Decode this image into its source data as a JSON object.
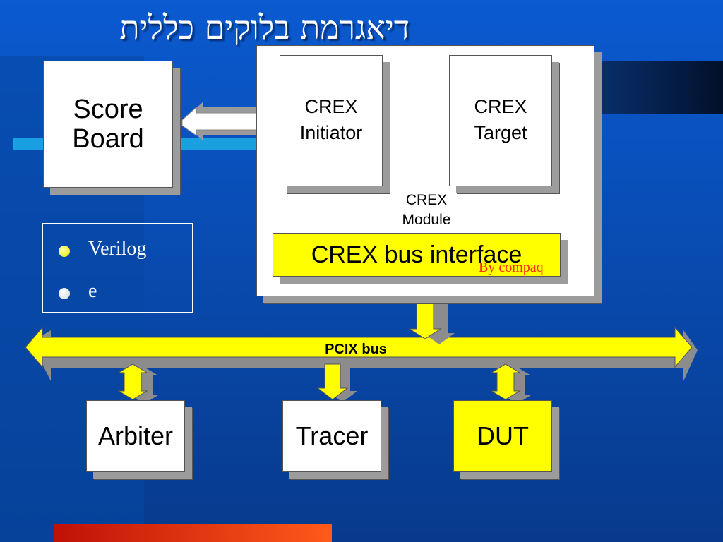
{
  "slide": {
    "title": "דיאגרמת בלוקים כללית"
  },
  "blocks": {
    "score_board": {
      "line1": "Score",
      "line2": "Board"
    },
    "crex_initiator": {
      "line1": "CREX",
      "line2": "Initiator"
    },
    "crex_target": {
      "line1": "CREX",
      "line2": "Target"
    },
    "crex_module": {
      "line1": "CREX",
      "line2": "Module"
    },
    "crex_bus_interface": "CREX bus interface",
    "by_compaq": "By compaq",
    "pcix_bus": "PCIX bus",
    "arbiter": "Arbiter",
    "tracer": "Tracer",
    "dut": "DUT"
  },
  "legend": {
    "items": [
      {
        "label": "Verilog",
        "color": "#ffff33"
      },
      {
        "label": "e",
        "color": "#ffffff"
      }
    ]
  },
  "colors": {
    "background": "#0a4fb0",
    "highlight_yellow": "#ffff00",
    "white_block": "#ffffff",
    "compaq_text": "#ff2a00"
  }
}
